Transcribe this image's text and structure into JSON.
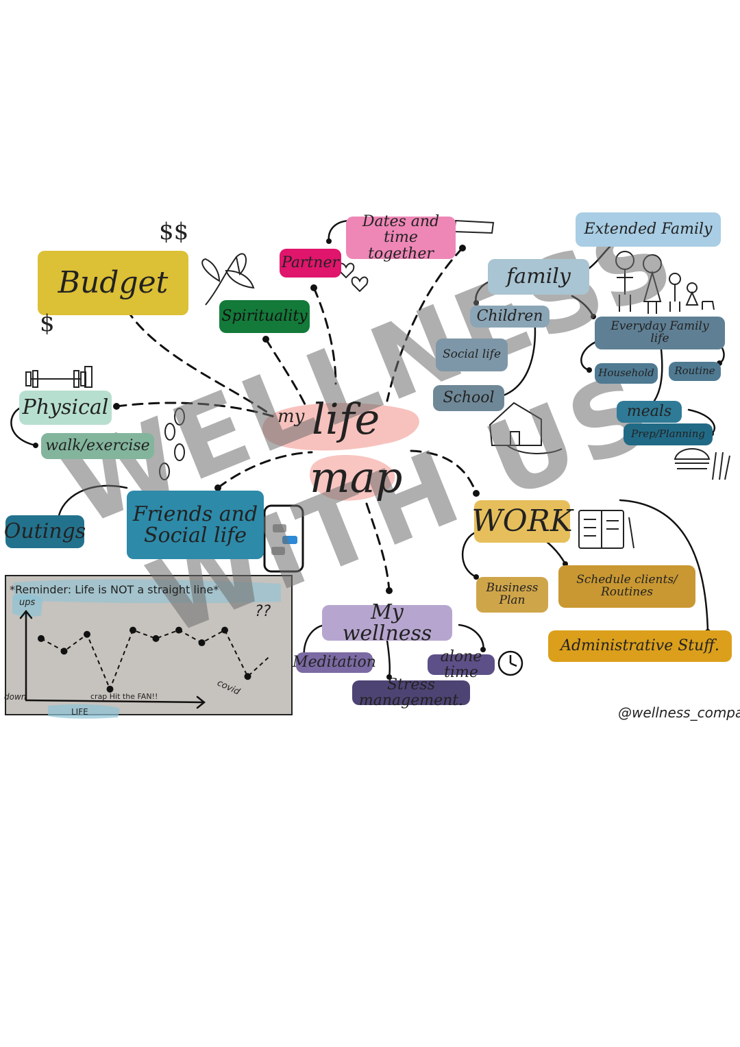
{
  "title": {
    "line1": "my",
    "line2": "life",
    "line3": "map"
  },
  "nodes": {
    "budget": "Budget",
    "spirituality": "Spirituality",
    "partner": "Partner",
    "dates": "Dates and time together",
    "family": "family",
    "extended_family": "Extended Family",
    "children": "Children",
    "social_life": "Social life",
    "school": "School",
    "everyday_family_life": "Everyday Family life",
    "household": "Household",
    "routine": "Routine",
    "meals": "meals",
    "prep_planning": "Prep/Planning",
    "physical": "Physical",
    "walk_exercise": "walk/exercise",
    "friends": "Friends and Social life",
    "outings": "Outings",
    "work": "WORK",
    "business_plan": "Business Plan",
    "schedule": "Schedule clients/ Routines",
    "admin": "Administrative Stuff.",
    "my_wellness": "My wellness",
    "meditation": "Meditation",
    "alone_time": "alone time",
    "stress": "Stress management."
  },
  "colors": {
    "budget": "#dcc035",
    "spirituality": "#137a3a",
    "partner": "#e0156c",
    "dates": "#ee87b6",
    "family": "#a9c4d2",
    "extended": "#a8cde4",
    "children": "#8aa5b6",
    "social": "#7e97a8",
    "school": "#6f8898",
    "everyday": "#5f7f94",
    "household": "#4f7a92",
    "routine": "#4f7a92",
    "meals": "#2f7a96",
    "prep": "#216a86",
    "physical": "#b7dfcf",
    "walk": "#83b59d",
    "friends": "#2d8aa9",
    "outings": "#23728d",
    "work": "#e6bf5c",
    "business": "#cfa54a",
    "schedule": "#c99832",
    "admin": "#db9f1b",
    "wellness": "#b6a6cf",
    "meditation": "#7b6aa3",
    "alone": "#5d4f87",
    "stress": "#4e4474",
    "center_blob": "#f6b7b2",
    "chart_bg": "#c6c2bd"
  },
  "chart_data": {
    "type": "line",
    "title": "*Reminder: Life is NOT a straight line*",
    "xlabel": "LIFE",
    "ylabel_top": "ups",
    "ylabel_bottom": "down",
    "annotations": [
      "crap Hit the FAN!!",
      "covid",
      "??"
    ],
    "x": [
      1,
      2,
      3,
      4,
      5,
      6,
      7,
      8,
      9,
      10,
      11
    ],
    "values": [
      7,
      5.5,
      7.5,
      1,
      8,
      7,
      8,
      6.5,
      8,
      2.5,
      5
    ],
    "ylim": [
      0,
      10
    ]
  },
  "footer": {
    "credit": "@wellness_compass"
  },
  "watermark": {
    "line1": "WELLNESS",
    "line2": "WITH US"
  }
}
